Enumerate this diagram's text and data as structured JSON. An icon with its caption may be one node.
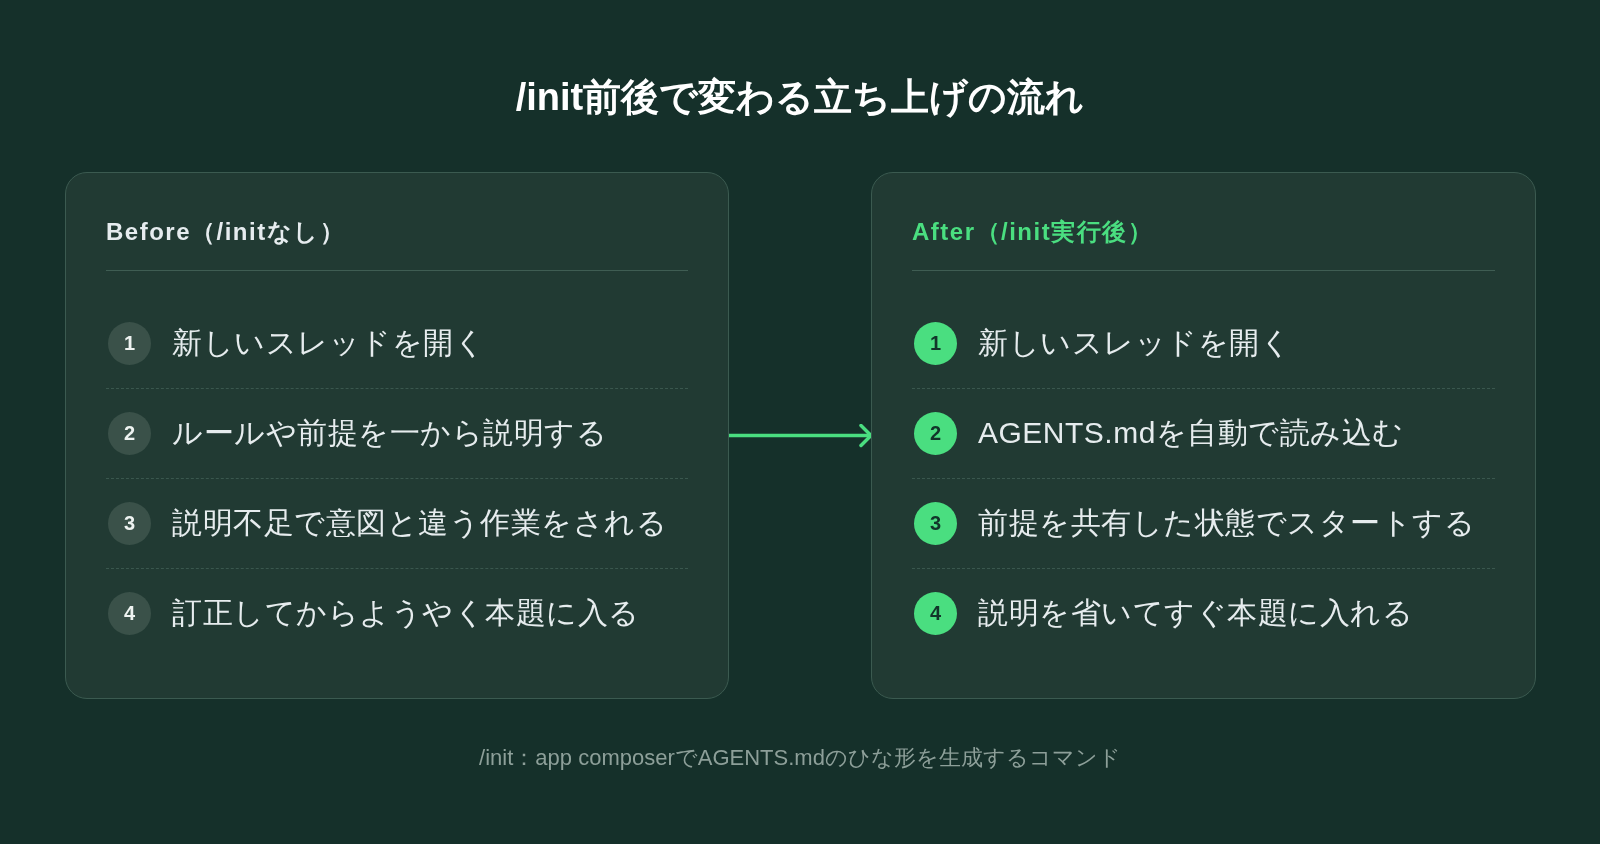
{
  "diagram": {
    "title": "/init前後で変わる立ち上げの流れ",
    "caption": "/init：app composerでAGENTS.mdのひな形を生成するコマンド",
    "nodes": [
      {
        "text": [
          "Before（/initなし）"
        ]
      },
      {
        "text": [
          "1"
        ],
        "in": 0,
        "beside": [
          "新しいスレッドを開く"
        ]
      },
      {
        "text": [
          "2"
        ],
        "in": 0,
        "beside": [
          "ルールや前提を一から説明する"
        ]
      },
      {
        "text": [
          "3"
        ],
        "in": 0,
        "beside": [
          "説明不足で意図と違う作業をされる"
        ]
      },
      {
        "text": [
          "4"
        ],
        "in": 0,
        "beside": [
          "訂正してからようやく本題に入る"
        ]
      },
      {
        "text": [
          "After（/init実行後）"
        ]
      },
      {
        "text": [
          "1"
        ],
        "in": 5,
        "beside": [
          "新しいスレッドを開く"
        ]
      },
      {
        "text": [
          "2"
        ],
        "in": 5,
        "beside": [
          "AGENTS.mdを自動で読み込む"
        ]
      },
      {
        "text": [
          "3"
        ],
        "in": 5,
        "beside": [
          "前提を共有した状態でスタートする"
        ]
      },
      {
        "text": [
          "4"
        ],
        "in": 5,
        "beside": [
          "説明を省いてすぐ本題に入れる"
        ]
      }
    ],
    "edges": [
      {
        "from": 0,
        "to": 5,
        "arrow": "to"
      }
    ]
  }
}
